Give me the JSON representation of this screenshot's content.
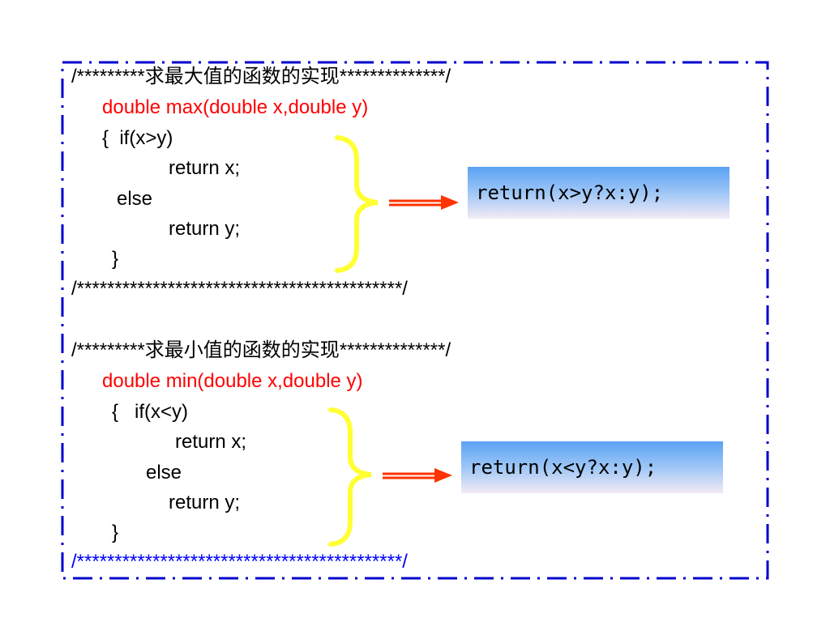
{
  "colors": {
    "frame_border": "#0000cc",
    "code_keyword": "#ff0000",
    "comment_footer": "#0000ff",
    "brace": "#ffff33",
    "arrow": "#ff3300",
    "box_top": "#5aa2f4",
    "box_bottom": "#f3ebf5"
  },
  "max_block": {
    "header": "/*********求最大值的函数的实现**************/",
    "signature": "double max(double x,double y)",
    "open_if": "{  if(x>y)",
    "return_x": "return x;",
    "else": "else",
    "return_y": "return y;",
    "close": "}",
    "footer": "/*******************************************/",
    "ternary": "return(x>y?x:y);"
  },
  "min_block": {
    "header": "/*********求最小值的函数的实现**************/",
    "signature": "double min(double x,double y)",
    "open_if": "{   if(x<y)",
    "return_x": "return x;",
    "else": "else",
    "return_y": "return y;",
    "close": "}",
    "footer": "/*******************************************/",
    "ternary": "return(x<y?x:y);"
  }
}
